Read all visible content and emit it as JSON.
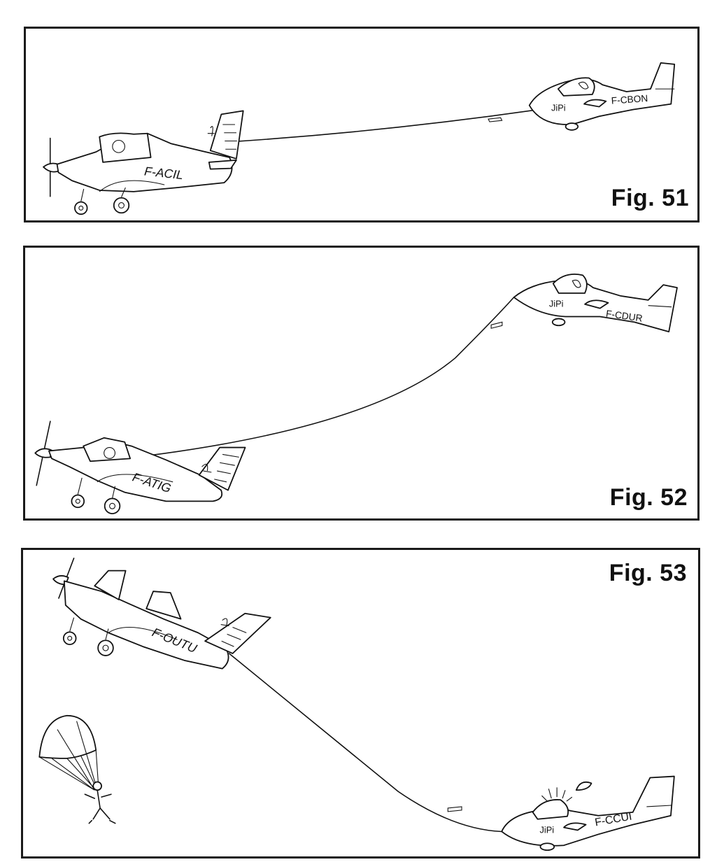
{
  "figures": [
    {
      "label": "Fig. 51",
      "towplane_registration": "F-ACIL",
      "glider_registration": "F-CBON",
      "glider_marking": "JiPi"
    },
    {
      "label": "Fig. 52",
      "towplane_registration": "F-ATIG",
      "glider_registration": "F-CDUR",
      "glider_marking": "JiPi"
    },
    {
      "label": "Fig. 53",
      "towplane_registration": "F-OUTU",
      "glider_registration": "F-CCUI",
      "glider_marking": "JiPi"
    }
  ]
}
